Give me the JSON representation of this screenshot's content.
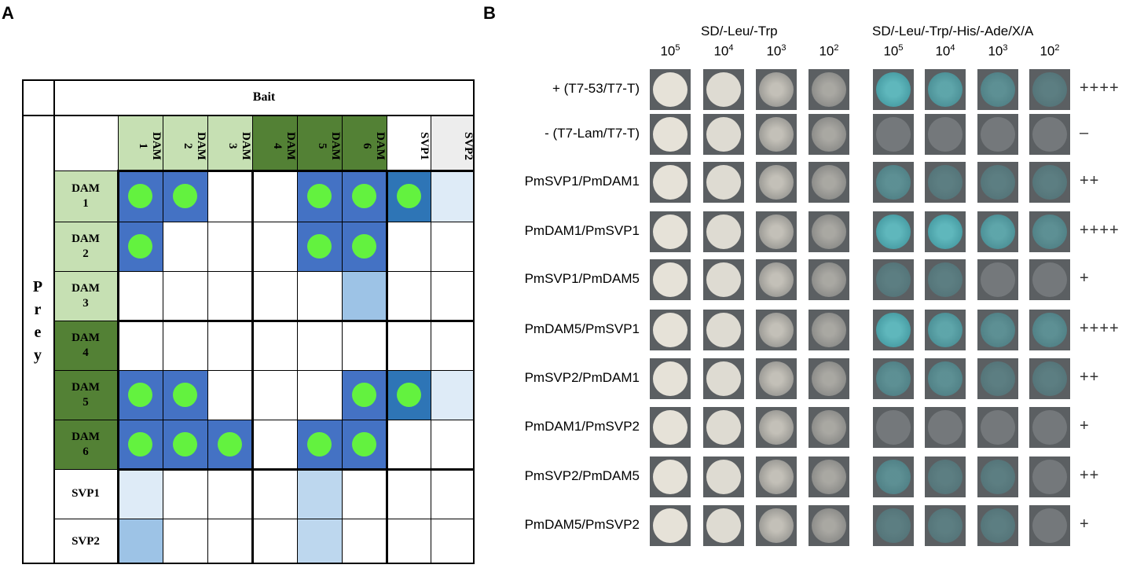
{
  "panel_a": {
    "letter": "A",
    "bait_title": "Bait",
    "prey_title": "P\nr\ne\ny",
    "columns": [
      "DAM\n1",
      "DAM\n2",
      "DAM\n3",
      "DAM\n4",
      "DAM\n5",
      "DAM\n6",
      "SVP1",
      "SVP2"
    ],
    "rows": [
      "DAM\n1",
      "DAM\n2",
      "DAM\n3",
      "DAM\n4",
      "DAM\n5",
      "DAM\n6",
      "SVP1",
      "SVP2"
    ],
    "label_colors": {
      "light_green": "#c6e0b3",
      "dark_green": "#538135",
      "gray": "#ededed",
      "white": "#ffffff"
    },
    "column_colors": [
      "light_green",
      "light_green",
      "light_green",
      "dark_green",
      "dark_green",
      "dark_green",
      "white",
      "gray"
    ],
    "row_colors": [
      "light_green",
      "light_green",
      "light_green",
      "dark_green",
      "dark_green",
      "dark_green",
      "white",
      "white"
    ],
    "cell_colors": {
      "B": "#4472c4",
      "M": "#2e75b6",
      "L": "#9dc3e6",
      "X": "#deebf7",
      "Y": "#bdd7ee"
    },
    "dot_color": "#63f23f",
    "cells": [
      [
        "B*",
        "B*",
        "",
        "",
        "B*",
        "B*",
        "M*",
        "X"
      ],
      [
        "B*",
        "",
        "",
        "",
        "B*",
        "B*",
        "",
        ""
      ],
      [
        "",
        "",
        "",
        "",
        "",
        "L",
        "",
        ""
      ],
      [
        "",
        "",
        "",
        "",
        "",
        "",
        "",
        ""
      ],
      [
        "B*",
        "B*",
        "",
        "",
        "",
        "B*",
        "M*",
        "X"
      ],
      [
        "B*",
        "B*",
        "B*",
        "",
        "B*",
        "B*",
        "",
        ""
      ],
      [
        "X",
        "",
        "",
        "",
        "Y",
        "",
        "",
        ""
      ],
      [
        "L",
        "",
        "",
        "",
        "Y",
        "",
        "",
        ""
      ]
    ]
  },
  "panel_b": {
    "letter": "B",
    "header_left": "SD/-Leu/-Trp",
    "header_right": "SD/-Leu/-Trp/-His/-Ade/X/A",
    "dilution_base": "10",
    "dilution_exps": [
      "5",
      "4",
      "3",
      "2"
    ],
    "rows": [
      {
        "label": "+ (T7-53/T7-T)",
        "score": "++++"
      },
      {
        "label": "- (T7-Lam/T7-T)",
        "score": "–"
      },
      {
        "label": "PmSVP1/PmDAM1",
        "score": "++"
      },
      {
        "label": "PmDAM1/PmSVP1",
        "score": "++++"
      },
      {
        "label": "PmSVP1/PmDAM5",
        "score": "+"
      },
      {
        "label": "PmDAM5/PmSVP1",
        "score": "++++"
      },
      {
        "label": "PmSVP2/PmDAM1",
        "score": "++"
      },
      {
        "label": "PmDAM1/PmSVP2",
        "score": "+"
      },
      {
        "label": "PmSVP2/PmDAM5",
        "score": "++"
      },
      {
        "label": "PmDAM5/PmSVP2",
        "score": "+"
      }
    ],
    "growth_levels_right": [
      [
        4,
        3,
        2,
        1
      ],
      [
        0,
        0,
        0,
        0
      ],
      [
        2,
        1,
        1,
        1
      ],
      [
        4,
        4,
        3,
        2
      ],
      [
        1,
        1,
        0,
        0
      ],
      [
        4,
        3,
        2,
        2
      ],
      [
        2,
        2,
        1,
        1
      ],
      [
        0,
        0,
        0,
        0
      ],
      [
        2,
        1,
        1,
        0
      ],
      [
        1,
        1,
        1,
        0
      ]
    ],
    "colors": {
      "tile": "#5b5f62",
      "colony": "#e6e2d8",
      "blue": "#5fb7bc",
      "pale": "#8d9193"
    }
  }
}
